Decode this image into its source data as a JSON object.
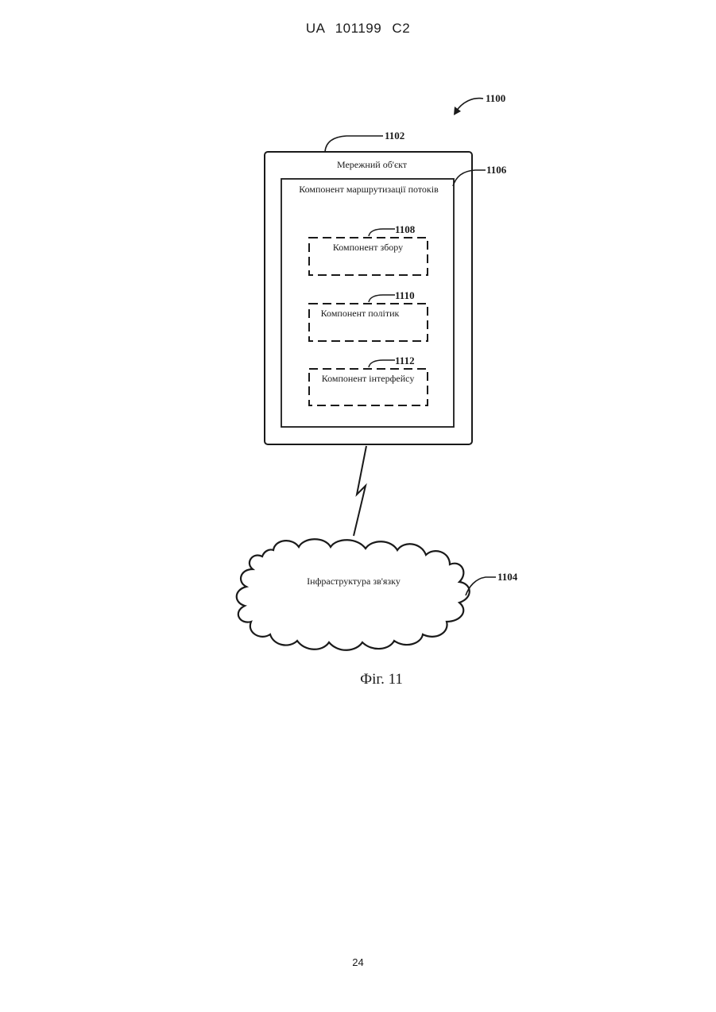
{
  "header": {
    "patent_id": "UA   101199   C2"
  },
  "figure": {
    "system_ref": "1100",
    "network_object": {
      "ref": "1102",
      "label": "Мережний об'єкт"
    },
    "routing_component": {
      "ref": "1106",
      "label": "Компонент маршрутизації потоків"
    },
    "collection_component": {
      "ref": "1108",
      "label": "Компонент збору"
    },
    "policy_component": {
      "ref": "1110",
      "label": "Компонент політик"
    },
    "interface_component": {
      "ref": "1112",
      "label": "Компонент інтерфейсу"
    },
    "communication_infrastructure": {
      "ref": "1104",
      "label": "Інфраструктура зв'язку"
    },
    "caption": "Фіг. 11"
  },
  "footer": {
    "page_number": "24"
  }
}
